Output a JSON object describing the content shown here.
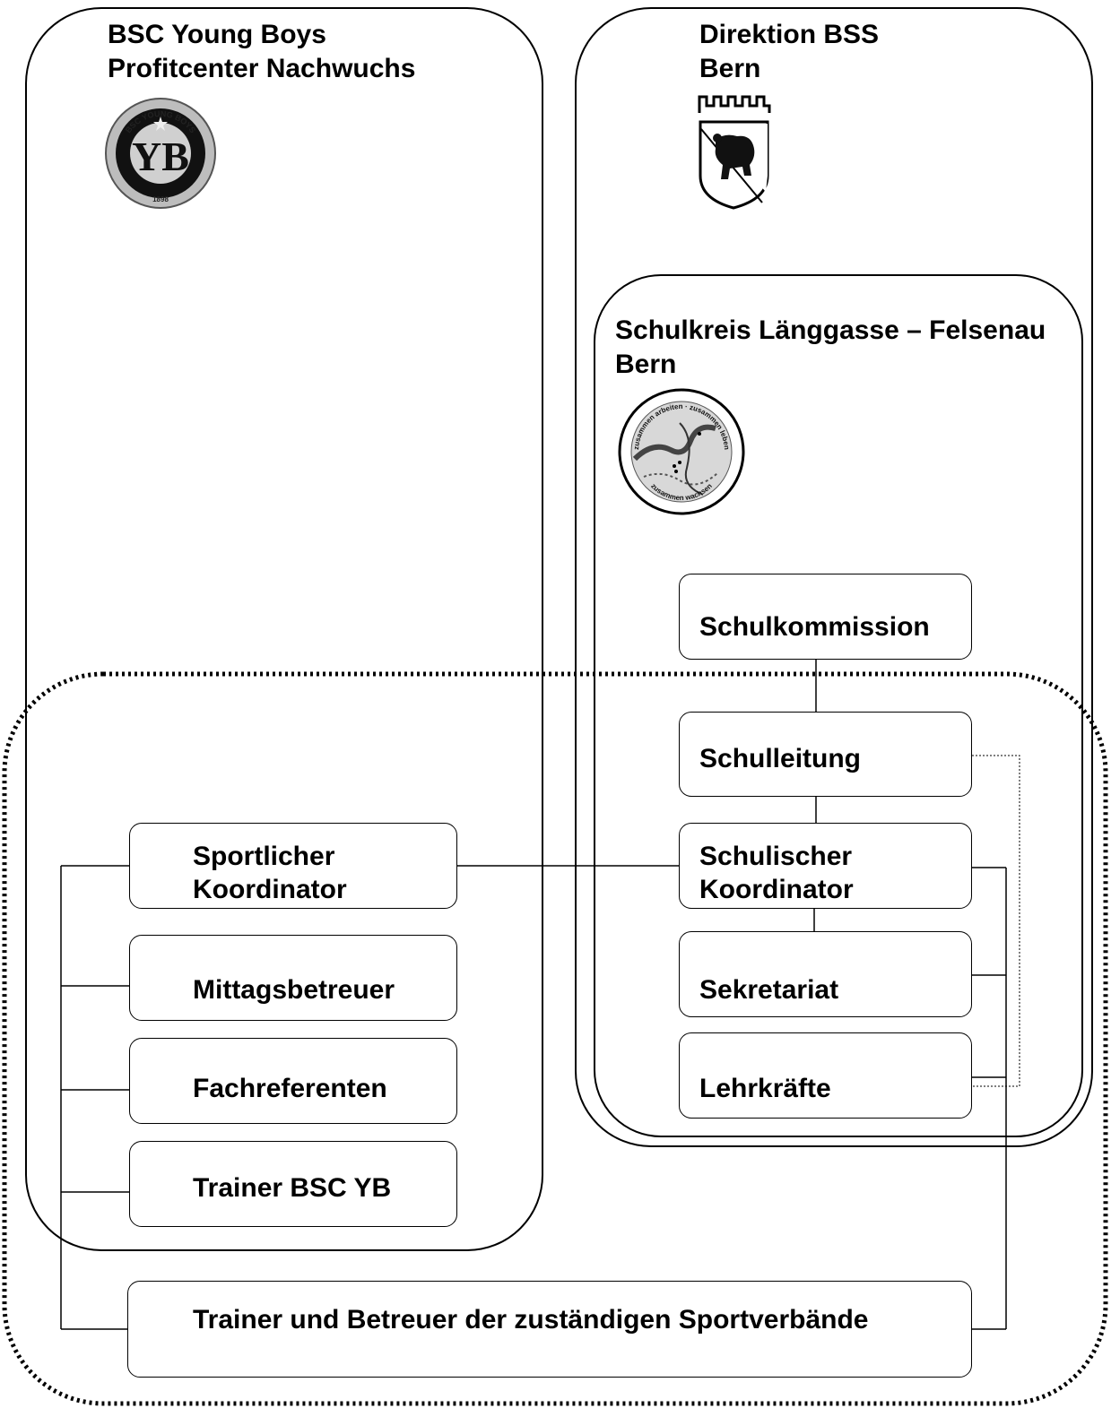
{
  "yb_panel": {
    "title": "BSC Young Boys\nProfitcenter Nachwuchs",
    "logo": {
      "icon": "bsc-young-boys-crest-icon",
      "ring_text": "BSC YOUNG BOYS",
      "monogram": "YB",
      "year": "1898"
    }
  },
  "bss_panel": {
    "title": "Direktion BSS\nBern",
    "logo": {
      "icon": "bern-coat-of-arms-icon"
    }
  },
  "schulkreis_panel": {
    "title": "Schulkreis Länggasse – Felsenau\nBern",
    "logo": {
      "icon": "schulkreis-map-seal-icon",
      "ring_text": [
        "zusammen arbeiten",
        "zusammen leben",
        "zusammen wachsen"
      ]
    }
  },
  "school_boxes": {
    "schulkommission": "Schulkommission",
    "schulleitung": "Schulleitung",
    "schulischer_koordinator": "Schulischer\nKoordinator",
    "sekretariat": "Sekretariat",
    "lehrkraefte": "Lehrkräfte"
  },
  "sport_boxes": {
    "sportlicher_koordinator": "Sportlicher\nKoordinator",
    "mittagsbetreuer": "Mittagsbetreuer",
    "fachreferenten": "Fachreferenten",
    "trainer_yb": "Trainer BSC YB"
  },
  "bottom_box": {
    "label": "Trainer und Betreuer der zuständigen Sportverbände"
  }
}
